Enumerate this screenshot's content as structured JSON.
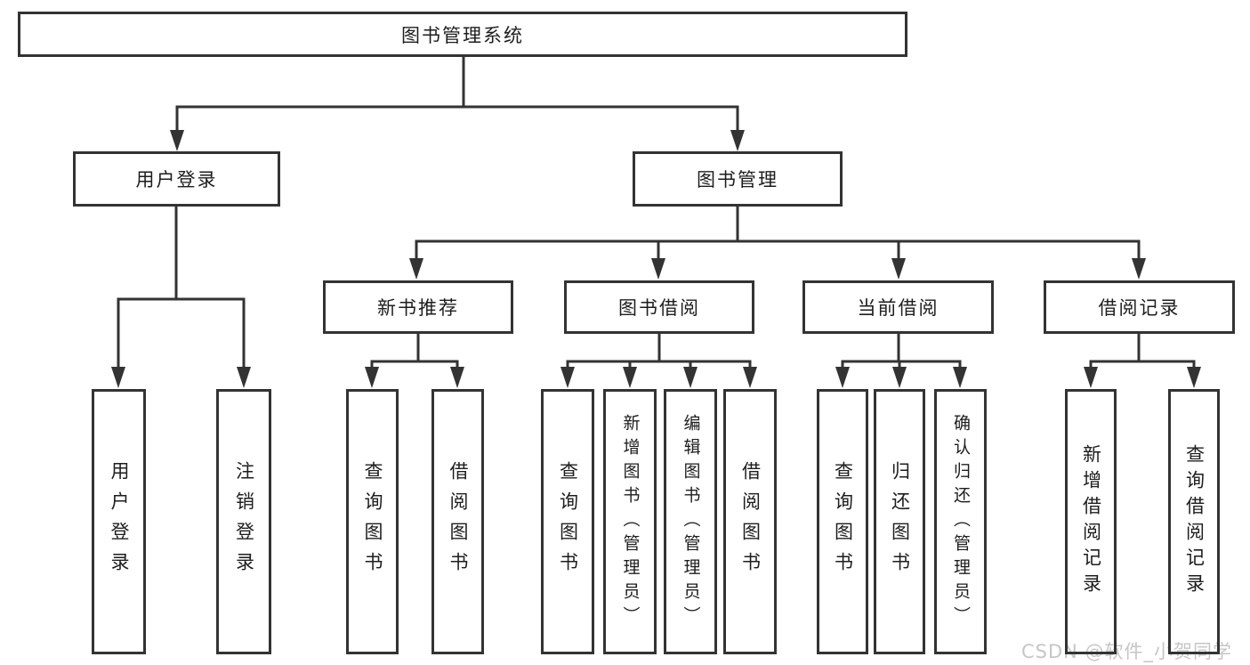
{
  "diagram": {
    "type": "hierarchy-tree",
    "colors": {
      "line": "#333333",
      "node_border": "#333333",
      "node_fill": "#ffffff",
      "text": "#1d1d1d",
      "watermark": "#c6c6c6",
      "background": "#ffffff"
    }
  },
  "tree": {
    "label": "图书管理系统",
    "children": [
      {
        "label": "用户登录",
        "children": [
          {
            "label": "用户登录"
          },
          {
            "label": "注销登录"
          }
        ]
      },
      {
        "label": "图书管理",
        "children": [
          {
            "label": "新书推荐",
            "children": [
              {
                "label": "查询图书"
              },
              {
                "label": "借阅图书"
              }
            ]
          },
          {
            "label": "图书借阅",
            "children": [
              {
                "label": "查询图书"
              },
              {
                "label": "新增图书（管理员）"
              },
              {
                "label": "编辑图书（管理员）"
              },
              {
                "label": "借阅图书"
              }
            ]
          },
          {
            "label": "当前借阅",
            "children": [
              {
                "label": "查询图书"
              },
              {
                "label": "归还图书"
              },
              {
                "label": "确认归还（管理员）"
              }
            ]
          },
          {
            "label": "借阅记录",
            "children": [
              {
                "label": "新增借阅记录"
              },
              {
                "label": "查询借阅记录"
              }
            ]
          }
        ]
      }
    ]
  },
  "watermark": "CSDN @软件_小贺同学"
}
